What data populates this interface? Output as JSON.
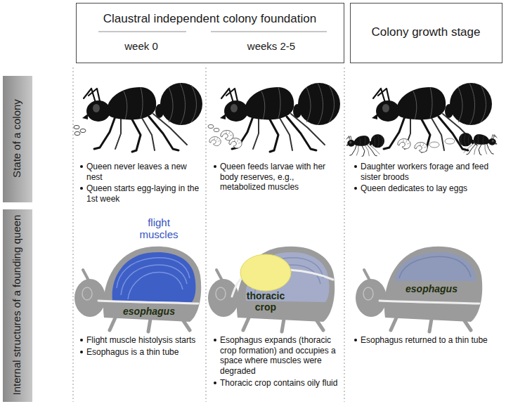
{
  "diagram": {
    "nodes": [
      {
        "text": [
          "Claustral independent colony foundation",
          "week 0",
          "weeks 2-5"
        ]
      },
      {
        "text": [
          "Colony growth stage"
        ]
      },
      {
        "text": [
          "State of a colony"
        ]
      },
      {
        "text": [
          "Internal structures of a founding queen"
        ]
      }
    ],
    "labels": [
      "Queen never leaves a new nest",
      "Queen starts egg-laying in the 1st week",
      "Queen feeds larvae with her body reserves, e.g., metabolized muscles",
      "Daughter workers forage and feed sister broods",
      "Queen dedicates to lay eggs",
      "flight muscles",
      "esophagus",
      "thoracic crop",
      "esophagus",
      "Flight muscle histolysis starts",
      "Esophagus is a thin tube",
      "Esophagus expands (thoracic crop formation) and occupies a space where muscles were degraded",
      "Thoracic crop contains oily fluid",
      "Esophagus returned to a thin tube"
    ]
  }
}
